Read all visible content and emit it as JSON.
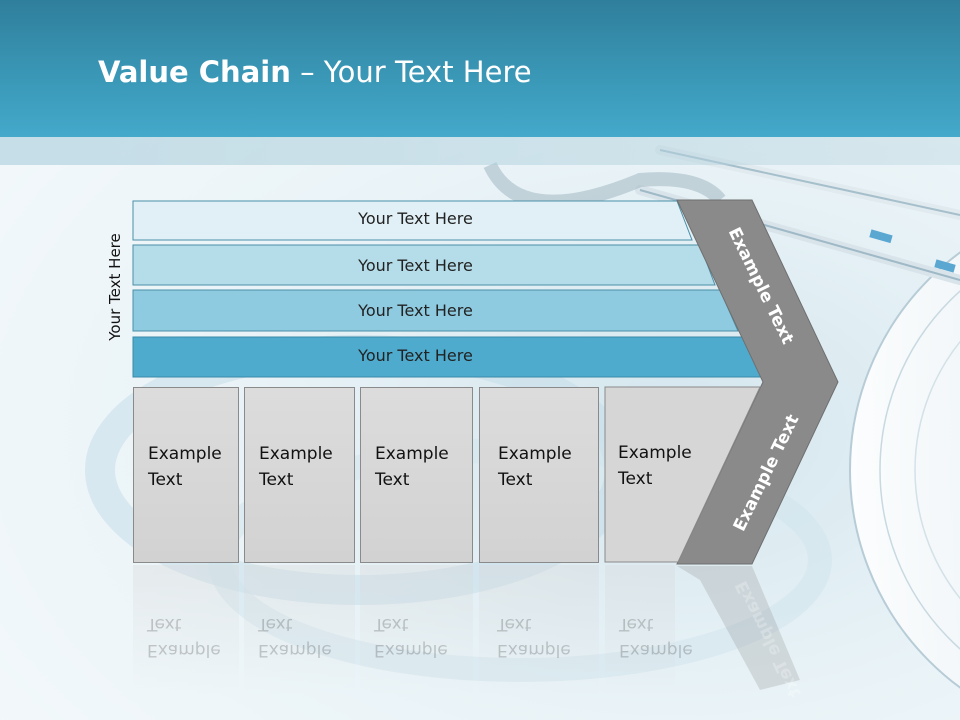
{
  "title": {
    "bold": "Value Chain",
    "rest": " – Your Text Here"
  },
  "side_label": "Your Text Here",
  "rows": [
    "Your Text Here",
    "Your Text Here",
    "Your Text Here",
    "Your Text Here"
  ],
  "columns": [
    {
      "line1": "Example",
      "line2": "Text"
    },
    {
      "line1": "Example",
      "line2": "Text"
    },
    {
      "line1": "Example",
      "line2": "Text"
    },
    {
      "line1": "Example",
      "line2": "Text"
    },
    {
      "line1": "Example",
      "line2": "Text"
    }
  ],
  "chevron": {
    "upper": "Example Text",
    "lower": "Example Text"
  },
  "colors": {
    "header": "#3a97b6",
    "row1": "#e0f0f6",
    "row2": "#b5dde9",
    "row3": "#8fcbe0",
    "row4": "#4eabcd",
    "chevron": "#8a8a8a",
    "column": "#d6d6d6"
  }
}
